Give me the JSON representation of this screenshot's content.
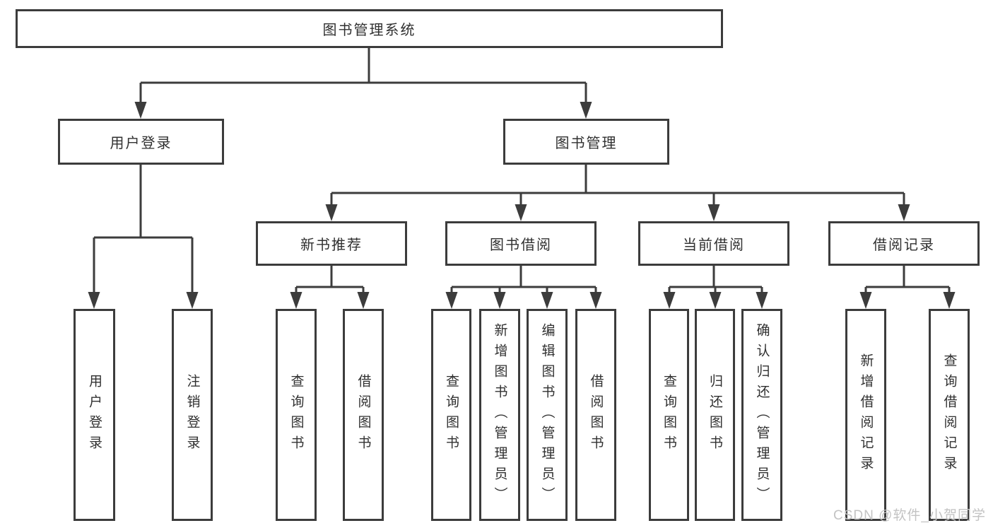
{
  "diagram": {
    "type": "hierarchy-tree",
    "nodes": {
      "root": "图书管理系统",
      "user_login": "用户登录",
      "book_mgmt": "图书管理",
      "new_book": "新书推荐",
      "book_borrow": "图书借阅",
      "current_borrow": "当前借阅",
      "borrow_record": "借阅记录",
      "leaf_user_login": "用户登录",
      "leaf_logout": "注销登录",
      "leaf_nb_query": "查询图书",
      "leaf_nb_borrow": "借阅图书",
      "leaf_bb_query": "查询图书",
      "leaf_bb_add": "新增图书（管理员）",
      "leaf_bb_edit": "编辑图书（管理员）",
      "leaf_bb_borrow": "借阅图书",
      "leaf_cb_query": "查询图书",
      "leaf_cb_return": "归还图书",
      "leaf_cb_confirm": "确认归还（管理员）",
      "leaf_br_add": "新增借阅记录",
      "leaf_br_query": "查询借阅记录"
    },
    "hierarchy": {
      "图书管理系统": {
        "用户登录": [
          "用户登录",
          "注销登录"
        ],
        "图书管理": {
          "新书推荐": [
            "查询图书",
            "借阅图书"
          ],
          "图书借阅": [
            "查询图书",
            "新增图书（管理员）",
            "编辑图书（管理员）",
            "借阅图书"
          ],
          "当前借阅": [
            "查询图书",
            "归还图书",
            "确认归还（管理员）"
          ],
          "借阅记录": [
            "新增借阅记录",
            "查询借阅记录"
          ]
        }
      }
    },
    "colors": {
      "line": "#3c3c3c",
      "box_border": "#3c3c3c",
      "box_fill": "#ffffff",
      "text": "#303030",
      "watermark": "#c3c3c3"
    },
    "watermark": "CSDN @软件_小贺同学"
  }
}
